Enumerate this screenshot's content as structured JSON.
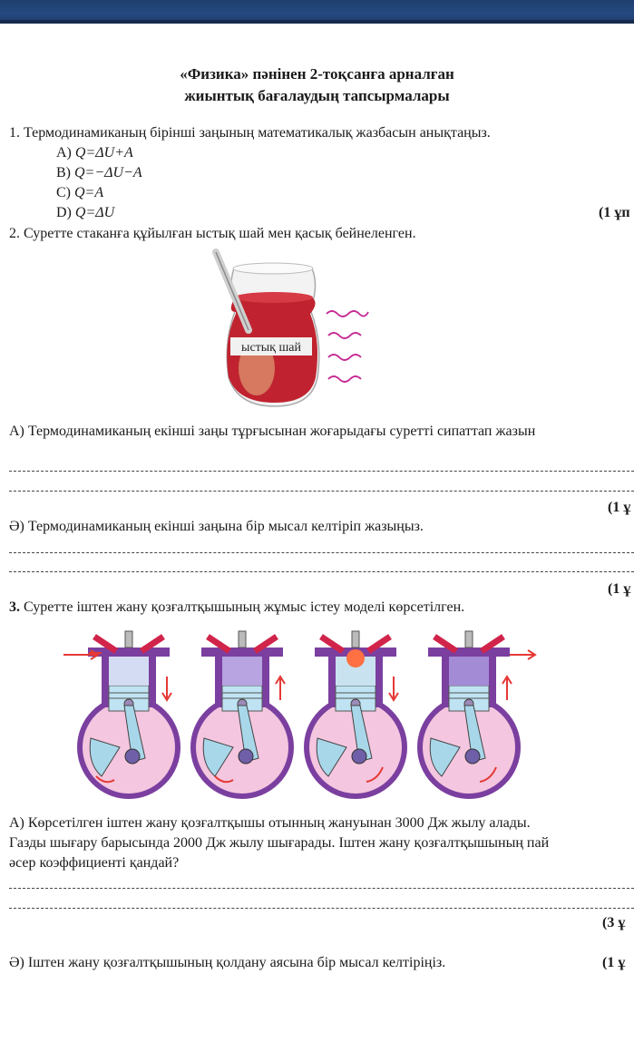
{
  "header": {
    "title_line1": "«Физика» пәнінен 2-тоқсанға арналған",
    "title_line2": "жиынтық бағалаудың тапсырмалары"
  },
  "q1": {
    "text": "1. Термодинамиканың бірінші заңының математикалық жазбасын анықтаңыз.",
    "options": [
      {
        "label": "A)",
        "formula": "Q=ΔU+A"
      },
      {
        "label": "B)",
        "formula": "Q=−ΔU−A"
      },
      {
        "label": "C)",
        "formula": "Q=A"
      },
      {
        "label": "D)",
        "formula": "Q=ΔU"
      }
    ],
    "score": "(1 ұп"
  },
  "q2": {
    "text": "2. Суретте стаканға құйылған ыстық шай мен қасық бейнеленген.",
    "image_label": "ыстық шай",
    "part_a": "А) Термодинамиканың екінші заңы тұрғысынан жоғарыдағы суретті сипаттап жазын",
    "part_a_score": "(1 ұ",
    "part_b": "Ә) Термодинамиканың екінші заңына бір мысал келтіріп жазыңыз.",
    "part_b_score": "(1 ұ"
  },
  "q3": {
    "number": "3.",
    "text": " Суретте іштен жану қозғалтқышының жұмыс істеу моделі көрсетілген.",
    "part_a_line1": "А) Көрсетілген іштен жану қозғалтқышы отынның жануынан 3000 Дж жылу алады.",
    "part_a_line2": "Газды шығару барысында 2000 Дж жылу шығарады. Іштен жану қозғалтқышының пай",
    "part_a_line3": "әсер коэффициенті қандай?",
    "part_a_score": "(3 ұ",
    "part_b": "Ә) Іштен жану қозғалтқышының қолдану аясына бір мысал келтіріңіз.",
    "part_b_score": "(1 ұ"
  },
  "colors": {
    "tea": "#c0232f",
    "engine_purple": "#7b3fa0",
    "crank_pink": "#f4c6df",
    "rod_blue": "#a9d7ea",
    "arrow_red": "#e53935"
  }
}
